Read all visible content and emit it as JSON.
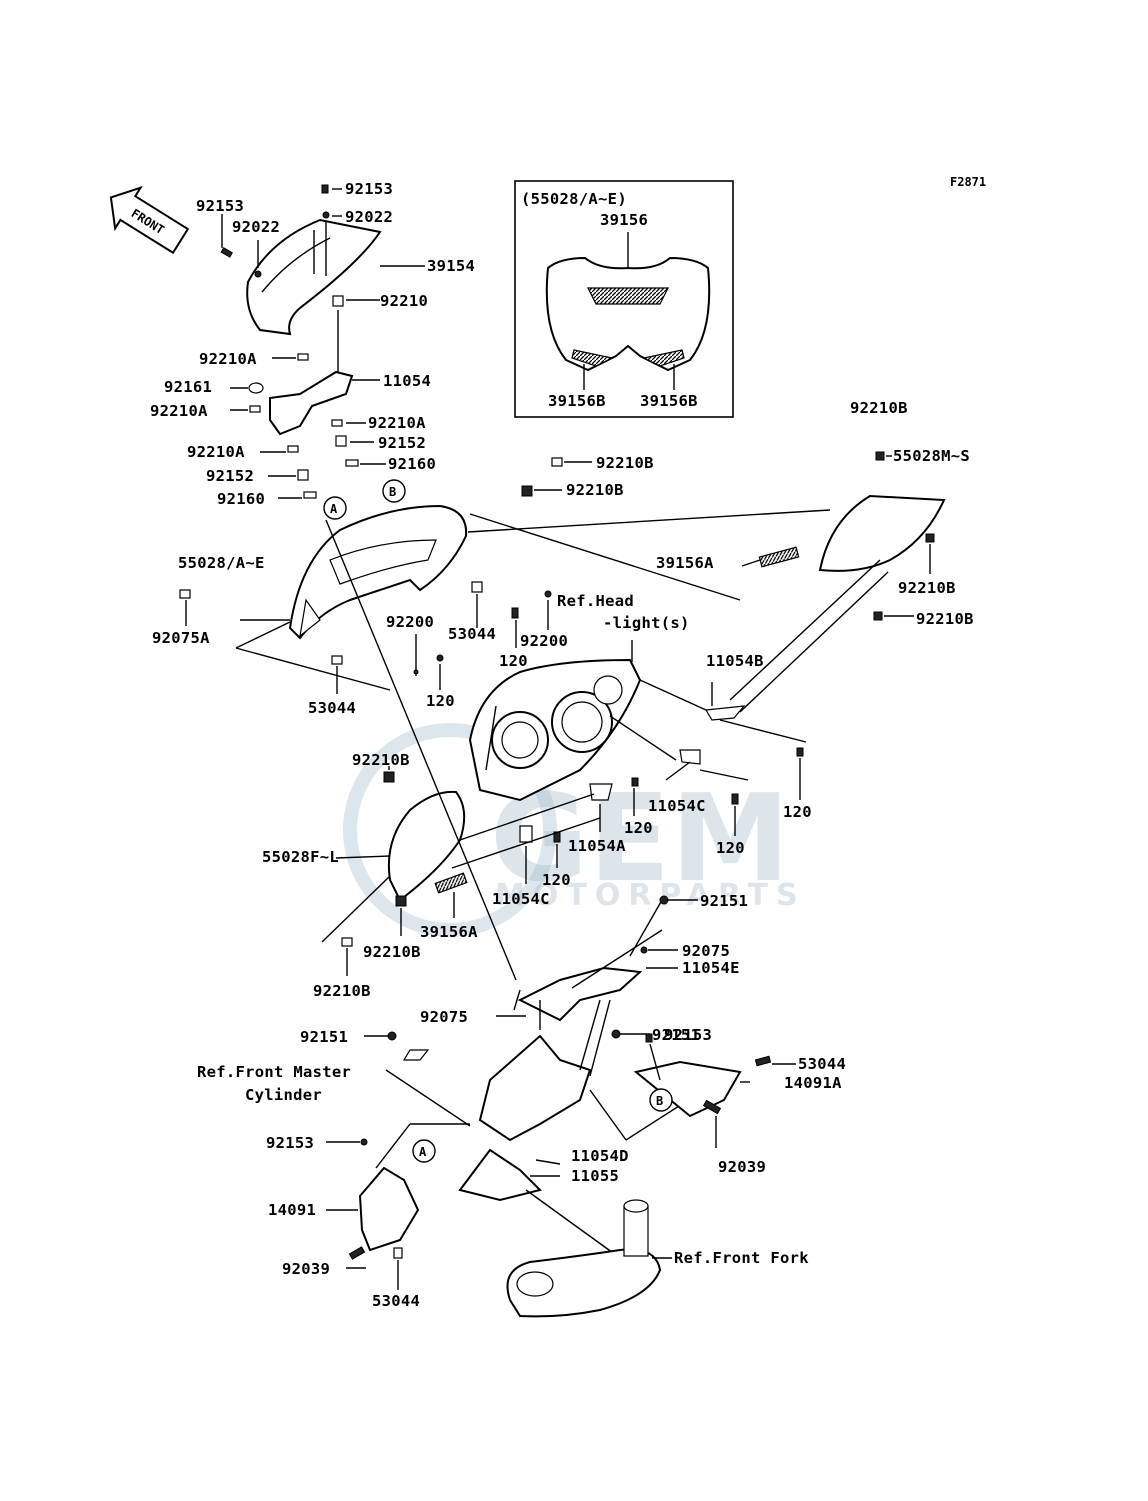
{
  "figure_code": "F2871",
  "front_arrow_label": "FRONT",
  "inset": {
    "title": "(55028/A~E)",
    "top_label": "39156",
    "bottom_left_label": "39156B",
    "bottom_right_label": "39156B"
  },
  "callout_a": "A",
  "callout_b": "B",
  "watermark": {
    "brand": "GEM",
    "sub": "MOTORPARTS"
  },
  "labels": {
    "l92153_top": "92153",
    "l92022_top": "92022",
    "l92153_left": "92153",
    "l92022_left": "92022",
    "l39154": "39154",
    "l92210": "92210",
    "l92210A_1": "92210A",
    "l11054": "11054",
    "l92161": "92161",
    "l92210A_2": "92210A",
    "l92210A_3": "92210A",
    "l92152_r": "92152",
    "l92210A_4": "92210A",
    "l92160_r": "92160",
    "l92152_l": "92152",
    "l92160_l": "92160",
    "l92210B_1": "92210B",
    "l92210B_2": "92210B",
    "l92210B_3": "92210B",
    "l55028MS": "55028M~S",
    "l39156A_r": "39156A",
    "l92210B_4": "92210B",
    "l92210B_5": "92210B",
    "l55028AE": "55028/A~E",
    "l92075A": "92075A",
    "l53044_1": "53044",
    "l92200_1": "92200",
    "l120_1": "120",
    "l92200_2": "92200",
    "ref_head_1": "Ref.Head",
    "ref_head_2": "-light(s)",
    "l120_2": "120",
    "l53044_2": "53044",
    "l11054B": "11054B",
    "l92210B_6": "92210B",
    "l11054C_1": "11054C",
    "l120_3": "120",
    "l120_4": "120",
    "l120_5": "120",
    "l55028FL": "55028F~L",
    "l11054A": "11054A",
    "l120_6": "120",
    "l11054C_2": "11054C",
    "l39156A_l": "39156A",
    "l92210B_7": "92210B",
    "l92210B_8": "92210B",
    "l92151_1": "92151",
    "l92075_1": "92075",
    "l11054E": "11054E",
    "l92075_2": "92075",
    "l92151_2": "92151",
    "l92151_3": "92151",
    "l92153_b": "92153",
    "ref_master_1": "Ref.Front Master",
    "ref_master_2": "Cylinder",
    "l53044_3": "53044",
    "l14091A": "14091A",
    "l92153_c": "92153",
    "l11054D": "11054D",
    "l11055": "11055",
    "l92039_r": "92039",
    "l14091": "14091",
    "ref_fork": "Ref.Front Fork",
    "l92039_l": "92039",
    "l53044_4": "53044"
  }
}
